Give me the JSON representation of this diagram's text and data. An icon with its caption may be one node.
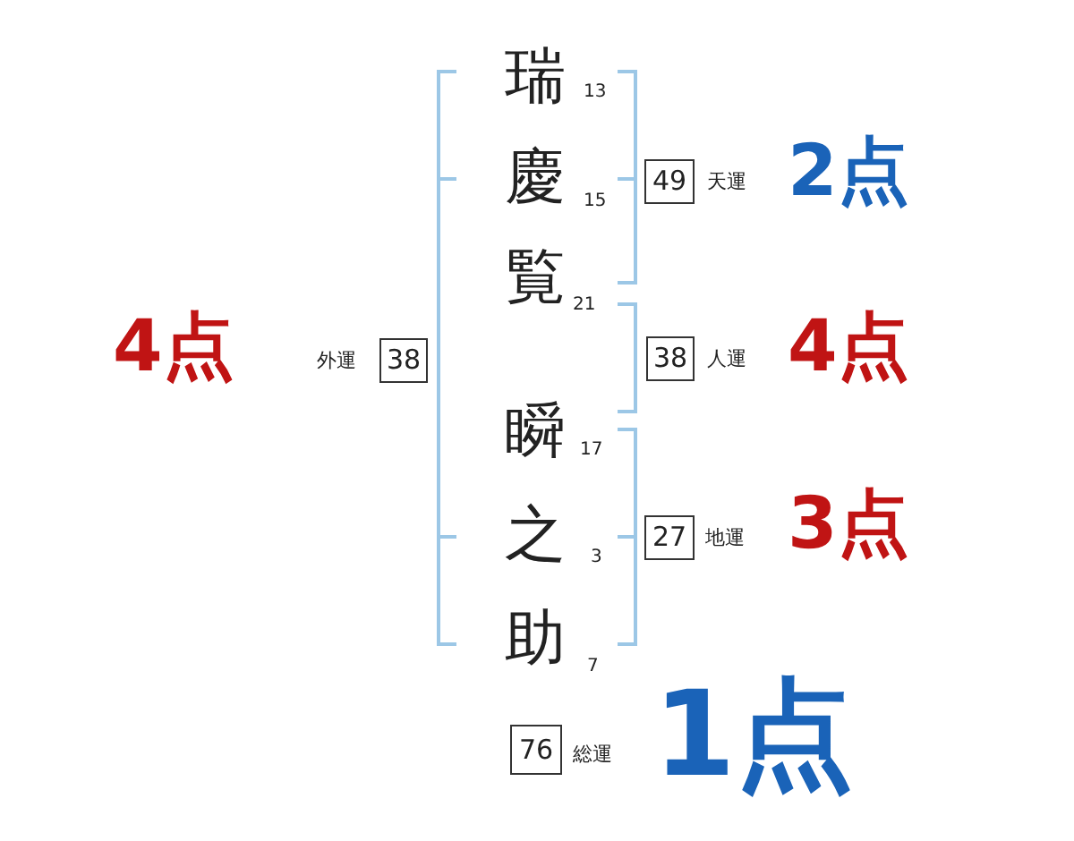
{
  "diagram": {
    "nodes": [
      {
        "text": [
          "49"
        ],
        "beside": [
          "天運",
          "2点"
        ]
      },
      {
        "text": [
          "38"
        ],
        "beside": [
          "外運",
          "4点"
        ]
      },
      {
        "text": [
          "38"
        ],
        "beside": [
          "人運",
          "4点"
        ]
      },
      {
        "text": [
          "27"
        ],
        "beside": [
          "地運",
          "3点"
        ]
      },
      {
        "text": [
          "76"
        ],
        "beside": [
          "総運",
          "1点"
        ]
      }
    ],
    "labels": [
      "瑞",
      "13",
      "慶",
      "15",
      "覧",
      "21",
      "瞬",
      "17",
      "之",
      "3",
      "助",
      "7"
    ]
  }
}
